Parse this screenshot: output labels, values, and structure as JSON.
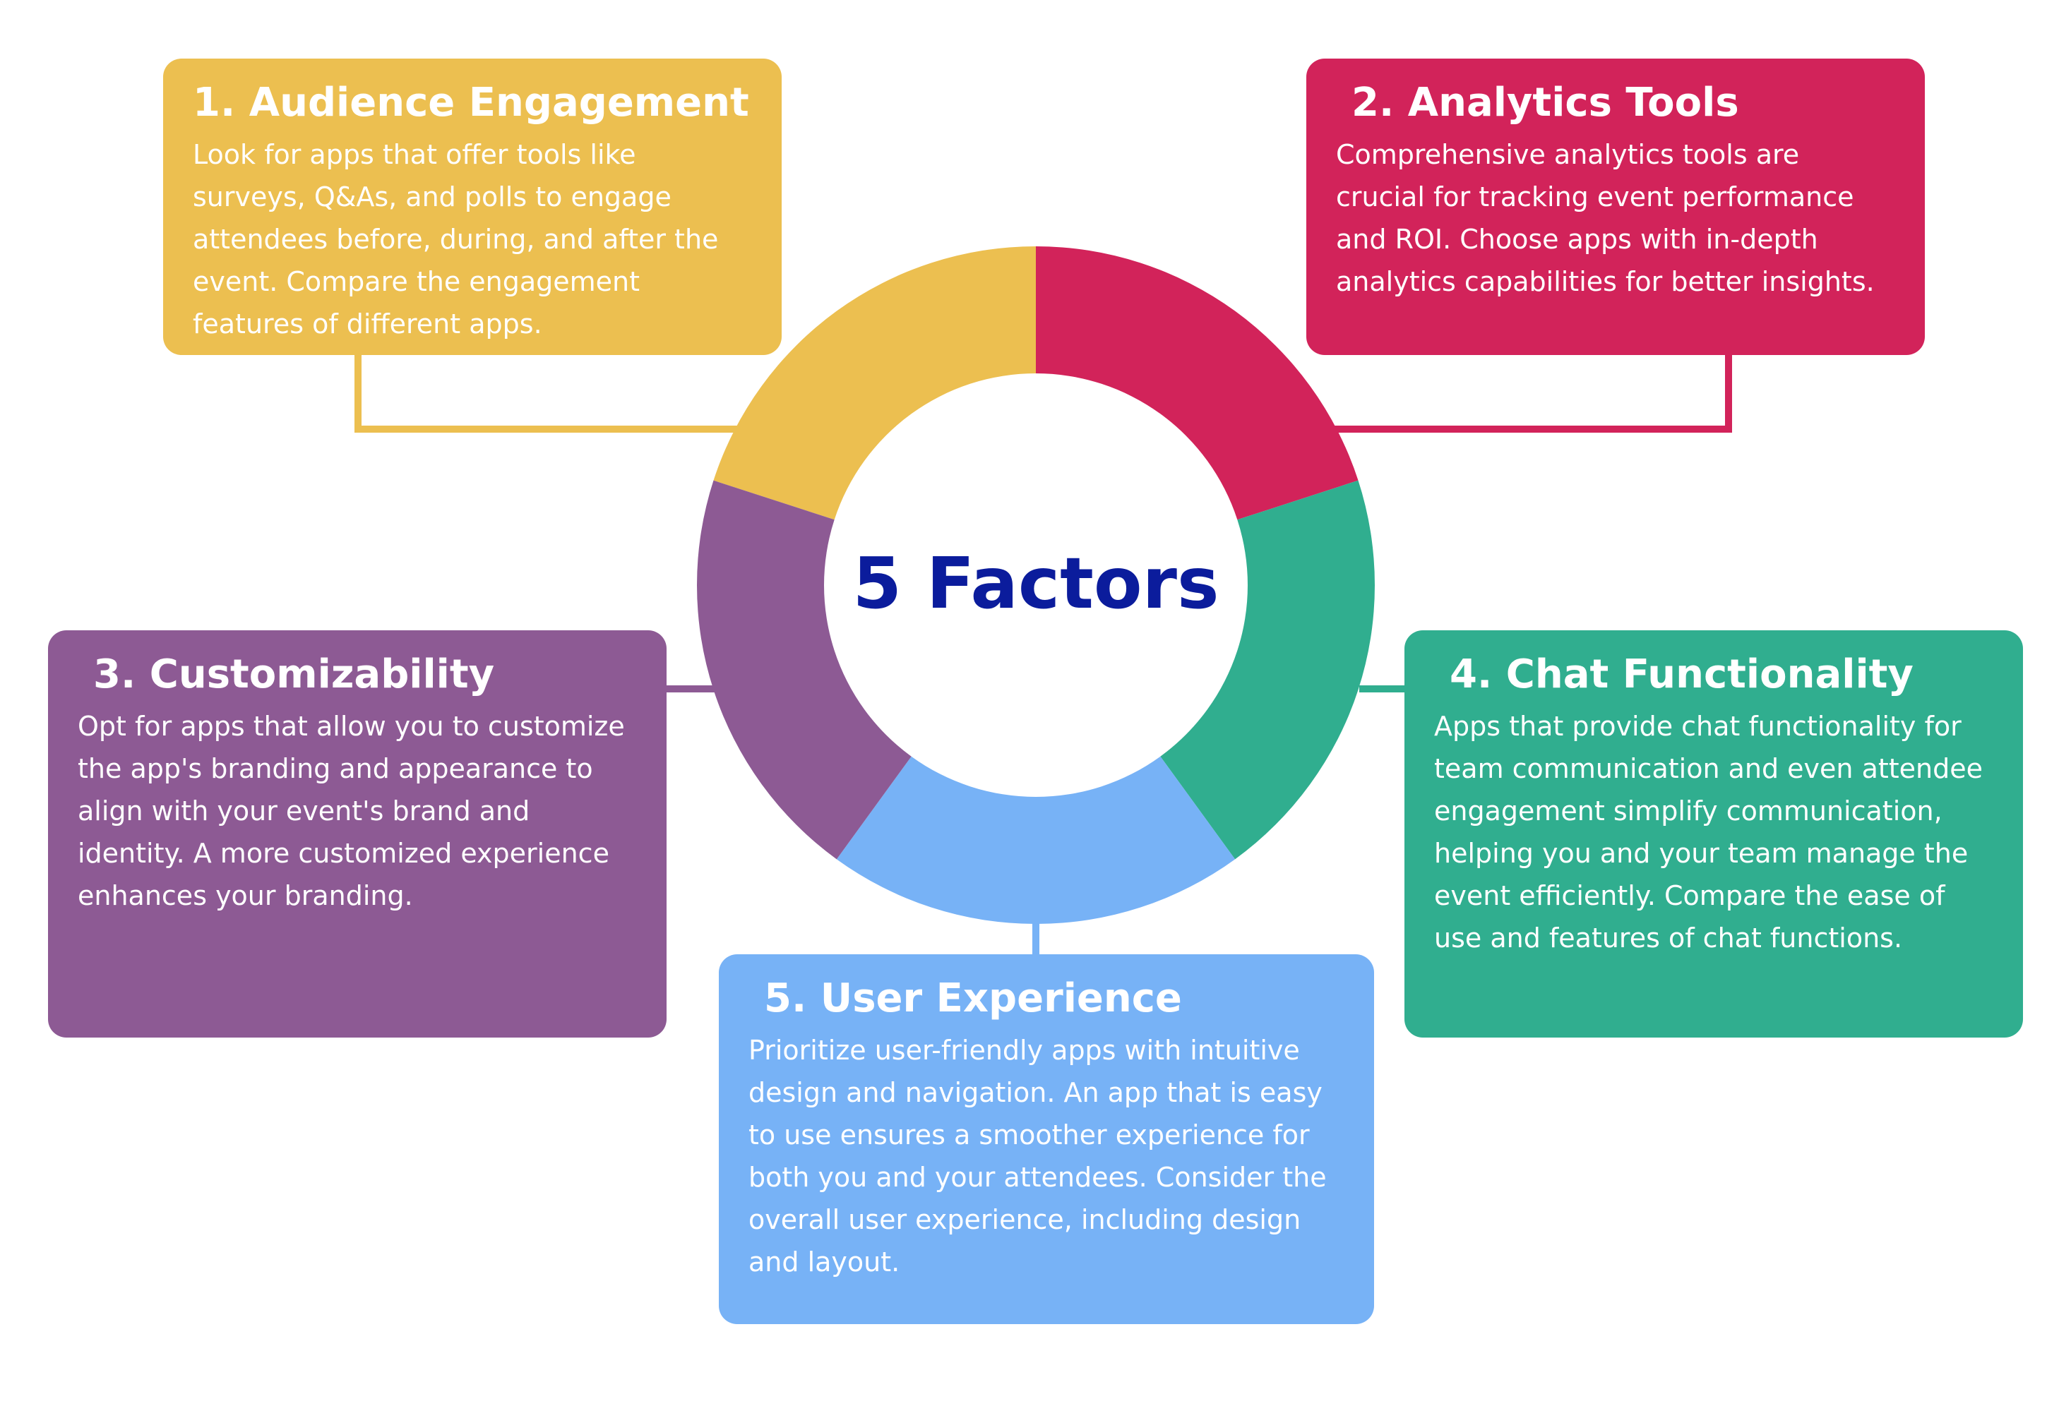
{
  "center_label": "5 Factors",
  "colors": {
    "yellow": "#ECBF50",
    "red": "#D2235A",
    "purple": "#8D5A94",
    "green": "#30AE8F",
    "blue": "#77B2F6",
    "center_text": "#0B1C9C"
  },
  "ring_segments": [
    {
      "name": "Audience Engagement",
      "color": "#ECBF50"
    },
    {
      "name": "Analytics Tools",
      "color": "#D2235A"
    },
    {
      "name": "Chat Functionality",
      "color": "#30AE8F"
    },
    {
      "name": "User Experience",
      "color": "#77B2F6"
    },
    {
      "name": "Customizability",
      "color": "#8D5A94"
    }
  ],
  "factors": [
    {
      "title": "1. Audience Engagement",
      "body": "Look for apps that offer tools like surveys, Q&As, and polls to engage attendees before, during, and after the event. Compare the engagement features of different apps."
    },
    {
      "title": "2. Analytics Tools",
      "body": "Comprehensive analytics tools are crucial for tracking event performance and ROI. Choose apps with in-depth analytics capabilities for better insights."
    },
    {
      "title": "3. Customizability",
      "body": "Opt for apps that allow you to customize the app's branding and appearance to align with your event's brand and identity. A more customized experience enhances your branding."
    },
    {
      "title": "4. Chat Functionality",
      "body": "Apps that provide chat functionality for team communication and even attendee engagement simplify communication, helping you and your team manage the event efficiently. Compare the ease of use and features of chat functions."
    },
    {
      "title": "5. User Experience",
      "body": "Prioritize user-friendly apps with intuitive design and navigation. An app that is easy to use ensures a smoother experience for both you and your attendees. Consider the overall user experience, including design and layout."
    }
  ]
}
